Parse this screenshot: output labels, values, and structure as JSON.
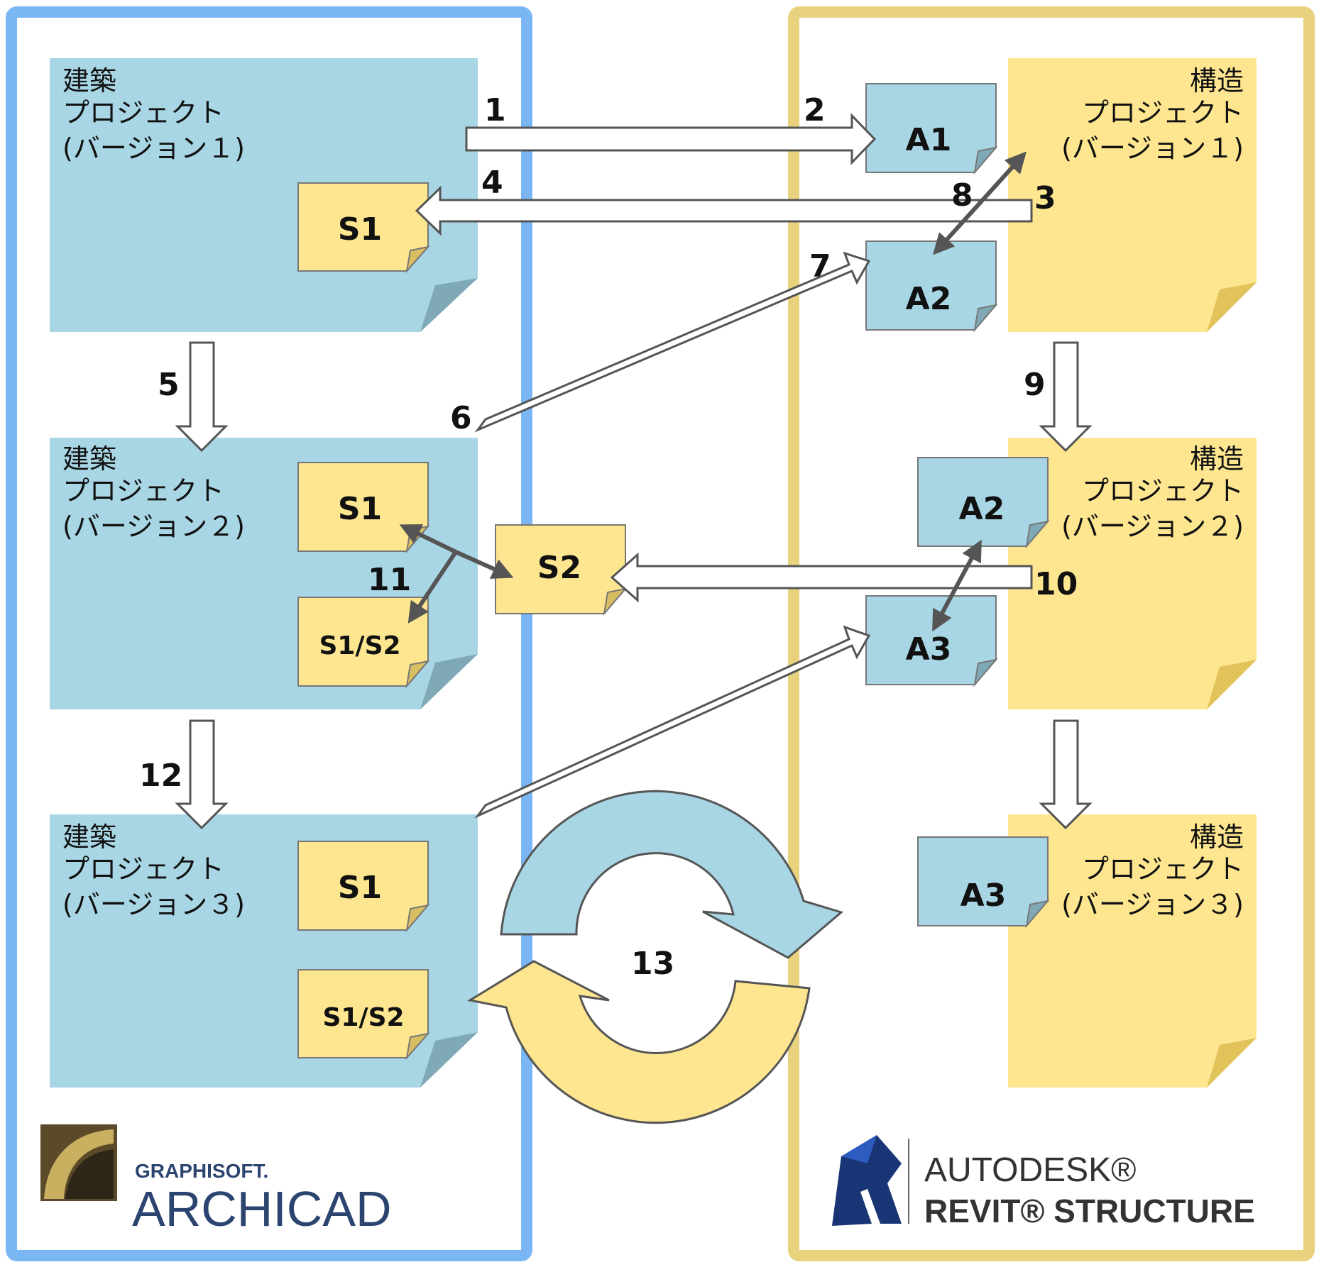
{
  "projects": {
    "archi": [
      {
        "l1": "建築",
        "l2": "プロジェクト",
        "l3": "(バージョン１)"
      },
      {
        "l1": "建築",
        "l2": "プロジェクト",
        "l3": "(バージョン２)"
      },
      {
        "l1": "建築",
        "l2": "プロジェクト",
        "l3": "(バージョン３)"
      }
    ],
    "struct": [
      {
        "l1": "構造",
        "l2": "プロジェクト",
        "l3": "(バージョン１)"
      },
      {
        "l1": "構造",
        "l2": "プロジェクト",
        "l3": "(バージョン２)"
      },
      {
        "l1": "構造",
        "l2": "プロジェクト",
        "l3": "(バージョン３)"
      }
    ]
  },
  "docs": {
    "s1_v1": "S1",
    "s1_v2": "S1",
    "s1s2_v2": "S1/S2",
    "s1_v3": "S1",
    "s1s2_v3": "S1/S2",
    "s2_mid": "S2",
    "a1": "A1",
    "a2_v1": "A2",
    "a2_v2": "A2",
    "a3_v2": "A3",
    "a3_v3": "A3"
  },
  "steps": [
    "1",
    "2",
    "3",
    "4",
    "5",
    "6",
    "7",
    "8",
    "9",
    "10",
    "11",
    "12",
    "13"
  ],
  "logos": {
    "archicad_top": "GRAPHISOFT.",
    "archicad_main": "ARCHICAD",
    "revit_top": "AUTODESK®",
    "revit_main": "REVIT® STRUCTURE"
  },
  "colors": {
    "archicad_frame": "#7ab6f4",
    "revit_frame": "#e8d27e",
    "blue_doc": "#a8d6e4",
    "yellow_doc": "#fde68f",
    "arrow_gray": "#555555"
  }
}
